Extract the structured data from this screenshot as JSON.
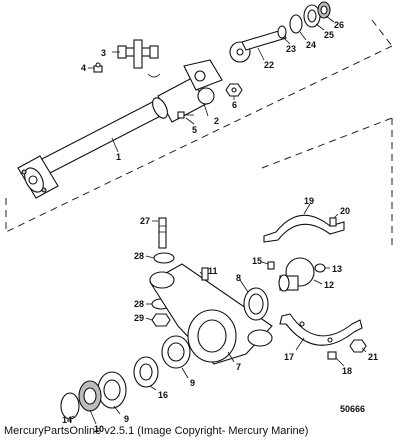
{
  "figure_number": "50666",
  "caption": "MercuryPartsOnline v2.5.1 (Image Copyright- Mercury Marine)",
  "callouts": [
    {
      "id": "c1",
      "label": "1"
    },
    {
      "id": "c2",
      "label": "2"
    },
    {
      "id": "c3",
      "label": "3"
    },
    {
      "id": "c4",
      "label": "4"
    },
    {
      "id": "c5",
      "label": "5"
    },
    {
      "id": "c6",
      "label": "6"
    },
    {
      "id": "c7",
      "label": "7"
    },
    {
      "id": "c8",
      "label": "8"
    },
    {
      "id": "c9a",
      "label": "9"
    },
    {
      "id": "c9b",
      "label": "9"
    },
    {
      "id": "c10",
      "label": "10"
    },
    {
      "id": "c11",
      "label": "11"
    },
    {
      "id": "c12",
      "label": "12"
    },
    {
      "id": "c13",
      "label": "13"
    },
    {
      "id": "c14",
      "label": "14"
    },
    {
      "id": "c15",
      "label": "15"
    },
    {
      "id": "c16",
      "label": "16"
    },
    {
      "id": "c17",
      "label": "17"
    },
    {
      "id": "c18",
      "label": "18"
    },
    {
      "id": "c19",
      "label": "19"
    },
    {
      "id": "c20",
      "label": "20"
    },
    {
      "id": "c21",
      "label": "21"
    },
    {
      "id": "c22",
      "label": "22"
    },
    {
      "id": "c23",
      "label": "23"
    },
    {
      "id": "c24",
      "label": "24"
    },
    {
      "id": "c25",
      "label": "25"
    },
    {
      "id": "c26",
      "label": "26"
    },
    {
      "id": "c27",
      "label": "27"
    },
    {
      "id": "c28a",
      "label": "28"
    },
    {
      "id": "c28b",
      "label": "28"
    },
    {
      "id": "c29",
      "label": "29"
    }
  ]
}
